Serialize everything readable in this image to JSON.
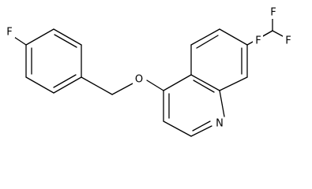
{
  "molecule": {
    "atoms": {
      "fluorine": "F",
      "oxygen": "O",
      "nitrogen": "N",
      "cf3_f_top": "F",
      "cf3_f_left": "F",
      "cf3_f_right": "F"
    }
  }
}
